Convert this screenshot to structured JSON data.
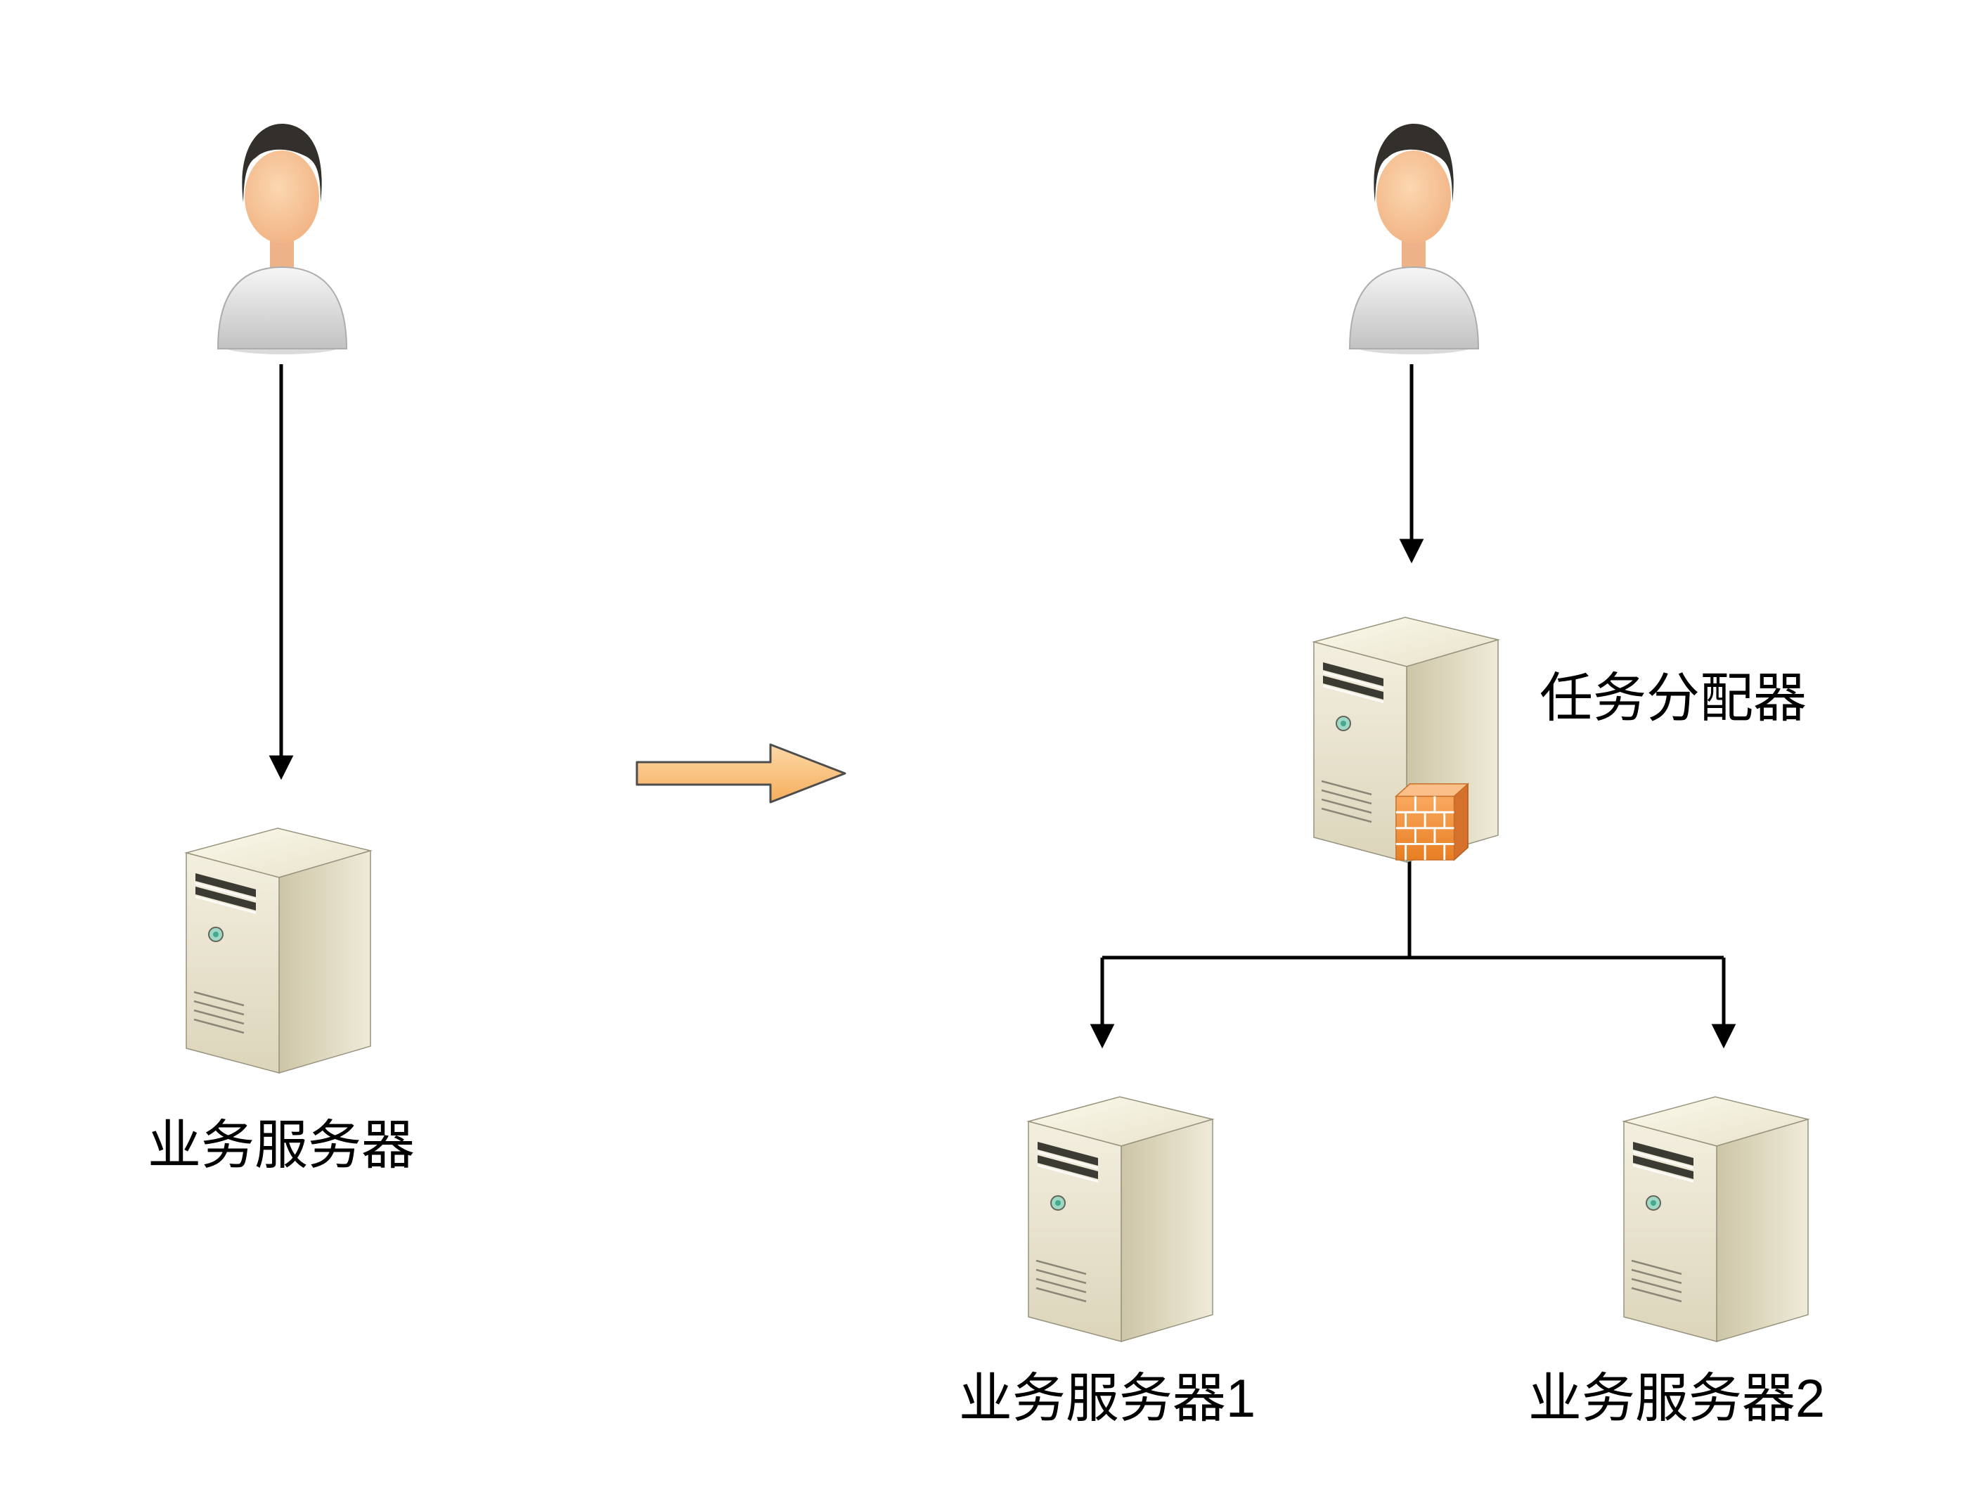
{
  "labels": {
    "left_server": "业务服务器",
    "task_distributor": "任务分配器",
    "server_1": "业务服务器1",
    "server_2": "业务服务器2"
  },
  "icons": {
    "user": "user-icon",
    "server": "server-icon",
    "firewall": "firewall-icon",
    "transition_arrow": "right-block-arrow-icon",
    "flow_arrow": "down-arrow-connector"
  },
  "colors": {
    "background": "#FFFFFF",
    "connector": "#000000",
    "transition_arrow_fill": "#F9BE7B",
    "server_body": "#EFEBDA",
    "firewall_orange": "#F08A33",
    "shirt_gray": "#DCDCDC",
    "skin": "#F6C79B",
    "hair": "#33302C"
  }
}
